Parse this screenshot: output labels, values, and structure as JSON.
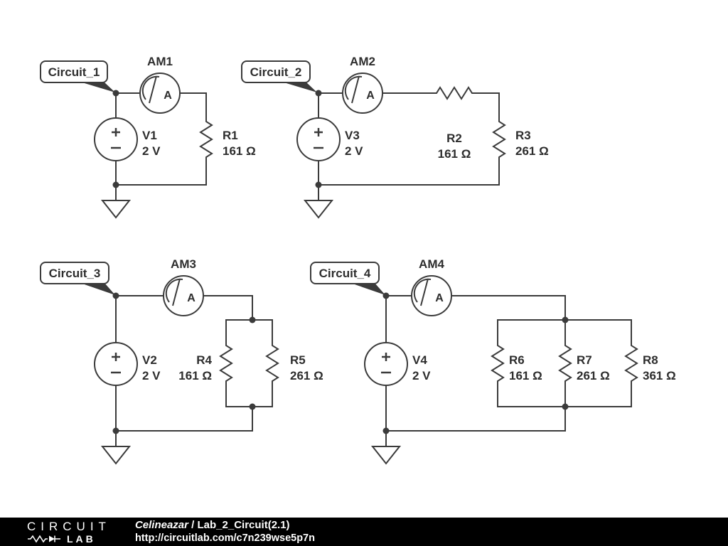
{
  "schematic": {
    "circuits": [
      {
        "label": "Circuit_1",
        "ammeter": {
          "name": "AM1",
          "symbol": "A"
        },
        "source": {
          "name": "V1",
          "value": "2 V"
        },
        "resistors": [
          {
            "name": "R1",
            "value": "161 Ω"
          }
        ]
      },
      {
        "label": "Circuit_2",
        "ammeter": {
          "name": "AM2",
          "symbol": "A"
        },
        "source": {
          "name": "V3",
          "value": "2 V"
        },
        "resistors": [
          {
            "name": "R2",
            "value": "161 Ω"
          },
          {
            "name": "R3",
            "value": "261 Ω"
          }
        ]
      },
      {
        "label": "Circuit_3",
        "ammeter": {
          "name": "AM3",
          "symbol": "A"
        },
        "source": {
          "name": "V2",
          "value": "2 V"
        },
        "resistors": [
          {
            "name": "R4",
            "value": "161 Ω"
          },
          {
            "name": "R5",
            "value": "261 Ω"
          }
        ]
      },
      {
        "label": "Circuit_4",
        "ammeter": {
          "name": "AM4",
          "symbol": "A"
        },
        "source": {
          "name": "V4",
          "value": "2 V"
        },
        "resistors": [
          {
            "name": "R6",
            "value": "161 Ω"
          },
          {
            "name": "R7",
            "value": "261 Ω"
          },
          {
            "name": "R8",
            "value": "361 Ω"
          }
        ]
      }
    ]
  },
  "footer": {
    "logo": {
      "circuit": "CIRCUIT",
      "lab": "LAB"
    },
    "author": "Celineazar",
    "separator": "/",
    "title": "Lab_2_Circuit(2.1)",
    "url": "http://circuitlab.com/c7n239wse5p7n"
  },
  "colors": {
    "line": "#3b3b3b",
    "background": "#ffffff",
    "footer_bg": "#000000",
    "footer_text": "#ffffff"
  }
}
